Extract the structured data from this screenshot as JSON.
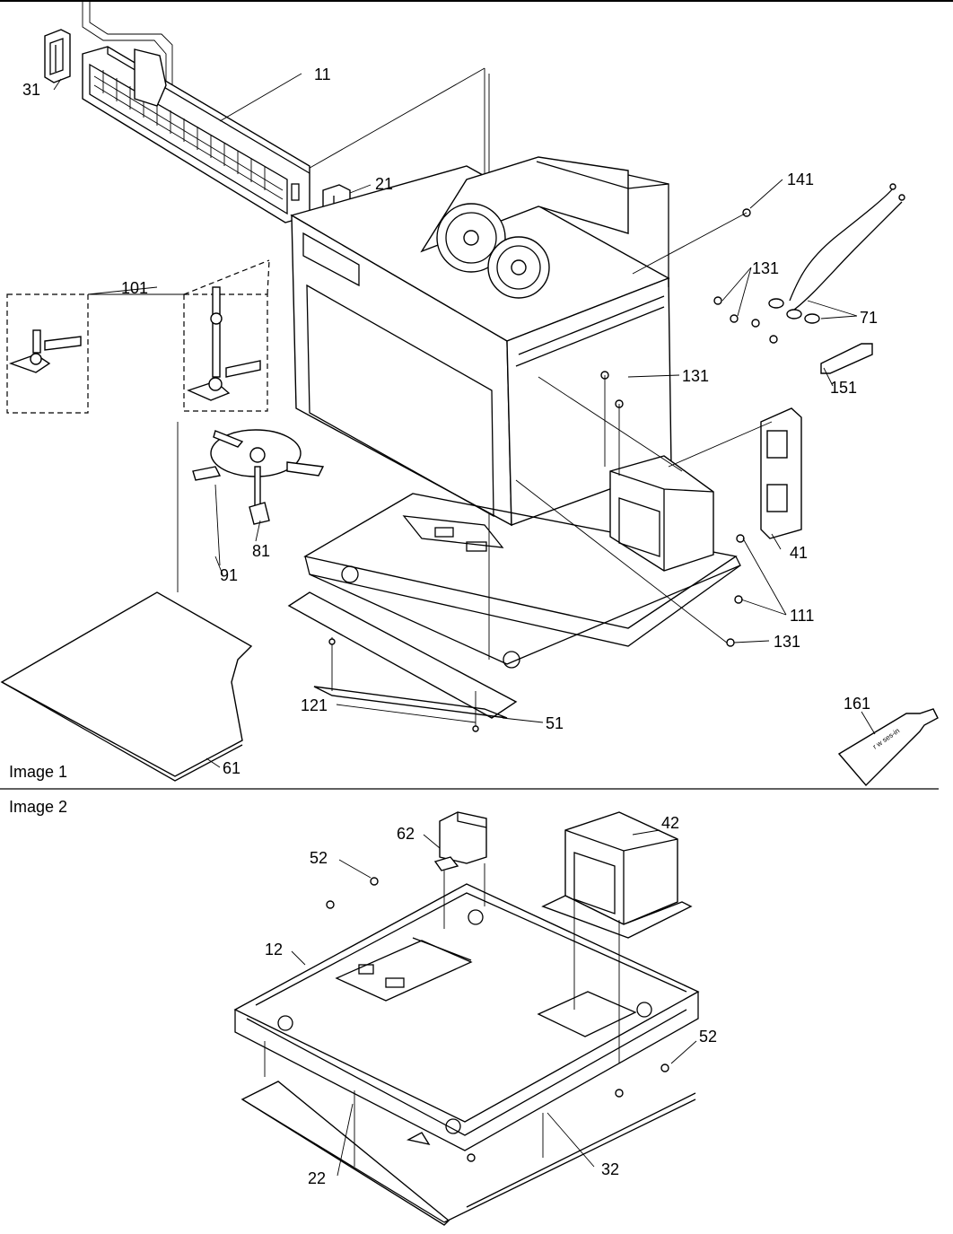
{
  "sections": [
    {
      "title": "Image 1"
    },
    {
      "title": "Image 2"
    }
  ],
  "callouts_image1": [
    "31",
    "11",
    "21",
    "141",
    "101",
    "131",
    "71",
    "131",
    "151",
    "41",
    "81",
    "91",
    "111",
    "131",
    "121",
    "51",
    "61",
    "161"
  ],
  "callouts_image2": [
    "62",
    "42",
    "52",
    "12",
    "52",
    "22",
    "32"
  ],
  "tube_text": "r w ses-in"
}
